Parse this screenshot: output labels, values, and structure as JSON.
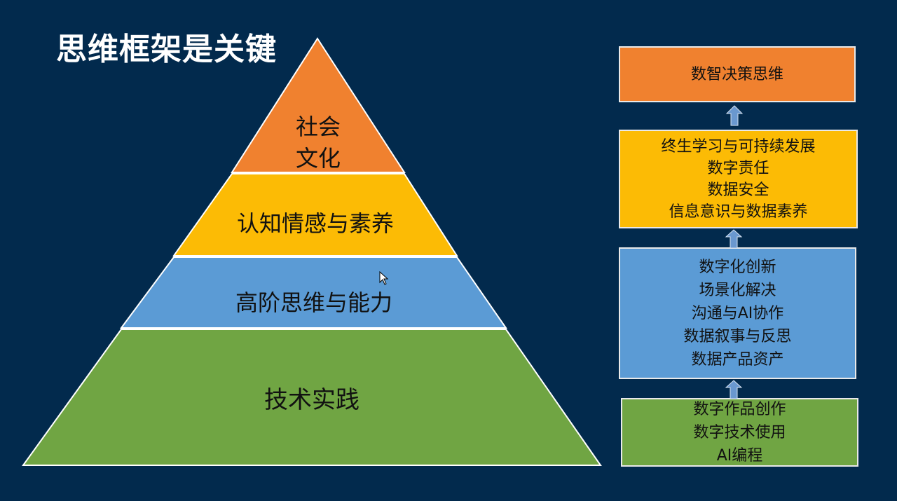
{
  "slide": {
    "title": "思维框架是关键",
    "background": "#022a4d"
  },
  "pyramid": {
    "layers": [
      {
        "lines": [
          "社会",
          "文化"
        ],
        "color": "#f0812f"
      },
      {
        "lines": [
          "认知情感与素养"
        ],
        "color": "#fcbb05"
      },
      {
        "lines": [
          "高阶思维与能力"
        ],
        "color": "#5b9bd5"
      },
      {
        "lines": [
          "技术实践"
        ],
        "color": "#70a543"
      }
    ]
  },
  "sidebar": {
    "boxes": [
      {
        "lines": [
          "数智决策思维"
        ],
        "color": "#f0812f"
      },
      {
        "lines": [
          "终生学习与可持续发展",
          "数字责任",
          "数据安全",
          "信息意识与数据素养"
        ],
        "color": "#fcbb05"
      },
      {
        "lines": [
          "数字化创新",
          "场景化解决",
          "沟通与AI协作",
          "数据叙事与反思",
          "数据产品资产"
        ],
        "color": "#5b9bd5"
      },
      {
        "lines": [
          "数字作品创作",
          "数字技术使用",
          "AI编程"
        ],
        "color": "#70a543"
      }
    ],
    "arrow_color": "#6a98cf"
  }
}
